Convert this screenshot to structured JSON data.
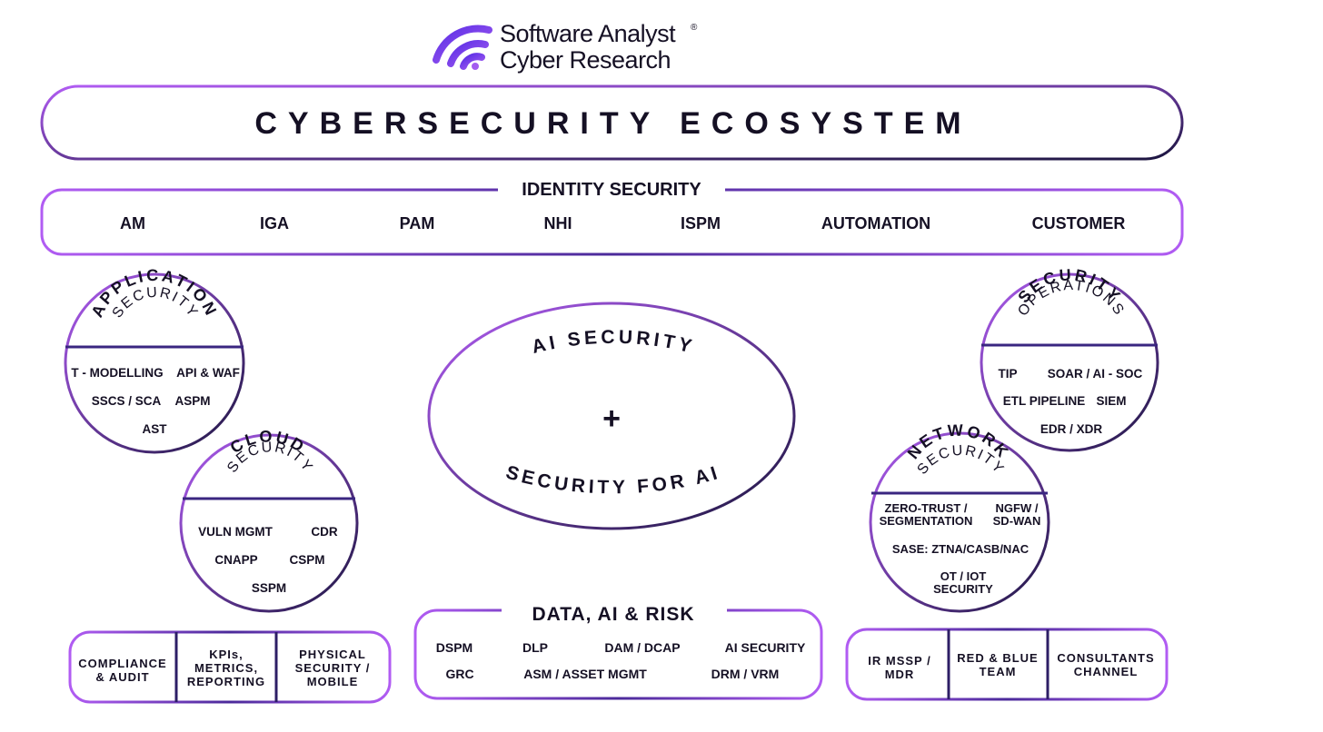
{
  "brand": {
    "line1": "Software Analyst",
    "line2": "Cyber Research",
    "registered": "®",
    "logo_icon": "signal-wave-icon"
  },
  "title": "CYBERSECURITY ECOSYSTEM",
  "identity": {
    "title": "IDENTITY SECURITY",
    "items": [
      "AM",
      "IGA",
      "PAM",
      "NHI",
      "ISPM",
      "AUTOMATION",
      "CUSTOMER"
    ]
  },
  "application": {
    "title_bold": "APPLICATION",
    "title_thin": "SECURITY",
    "items": [
      "T - MODELLING",
      "API & WAF",
      "SSCS / SCA",
      "ASPM",
      "AST"
    ]
  },
  "cloud": {
    "title_bold": "CLOUD",
    "title_thin": "SECURITY",
    "items": [
      "VULN MGMT",
      "CDR",
      "CNAPP",
      "CSPM",
      "SSPM"
    ]
  },
  "ai": {
    "top": "AI SECURITY",
    "plus": "+",
    "bottom": "SECURITY FOR AI"
  },
  "secops": {
    "title_bold": "SECURITY",
    "title_thin": "OPERATIONS",
    "items": [
      "TIP",
      "SOAR / AI - SOC",
      "ETL PIPELINE",
      "SIEM",
      "EDR / XDR"
    ]
  },
  "network": {
    "title_bold": "NETWORK",
    "title_thin": "SECURITY",
    "zt_1": "ZERO-TRUST /",
    "zt_2": "SEGMENTATION",
    "ngfw_1": "NGFW /",
    "ngfw_2": "SD-WAN",
    "sase": "SASE: ZTNA/CASB/NAC",
    "ot_1": "OT / IOT",
    "ot_2": "SECURITY"
  },
  "bottom_left": {
    "c1_l1": "COMPLIANCE",
    "c1_l2": "& AUDIT",
    "c2_l1": "KPIs,",
    "c2_l2": "METRICS,",
    "c2_l3": "REPORTING",
    "c3_l1": "PHYSICAL",
    "c3_l2": "SECURITY /",
    "c3_l3": "MOBILE"
  },
  "data_risk": {
    "title": "DATA, AI & RISK",
    "row1": [
      "DSPM",
      "DLP",
      "DAM / DCAP",
      "AI SECURITY"
    ],
    "row2": [
      "GRC",
      "ASM / ASSET MGMT",
      "DRM / VRM"
    ]
  },
  "bottom_right": {
    "c1_l1": "IR MSSP /",
    "c1_l2": "MDR",
    "c2_l1": "RED & BLUE",
    "c2_l2": "TEAM",
    "c3_l1": "CONSULTANTS",
    "c3_l2": "CHANNEL"
  },
  "colors": {
    "purple_light": "#b15cf3",
    "purple_mid": "#7a3ee0",
    "navy": "#1c1540",
    "text": "#151024"
  }
}
